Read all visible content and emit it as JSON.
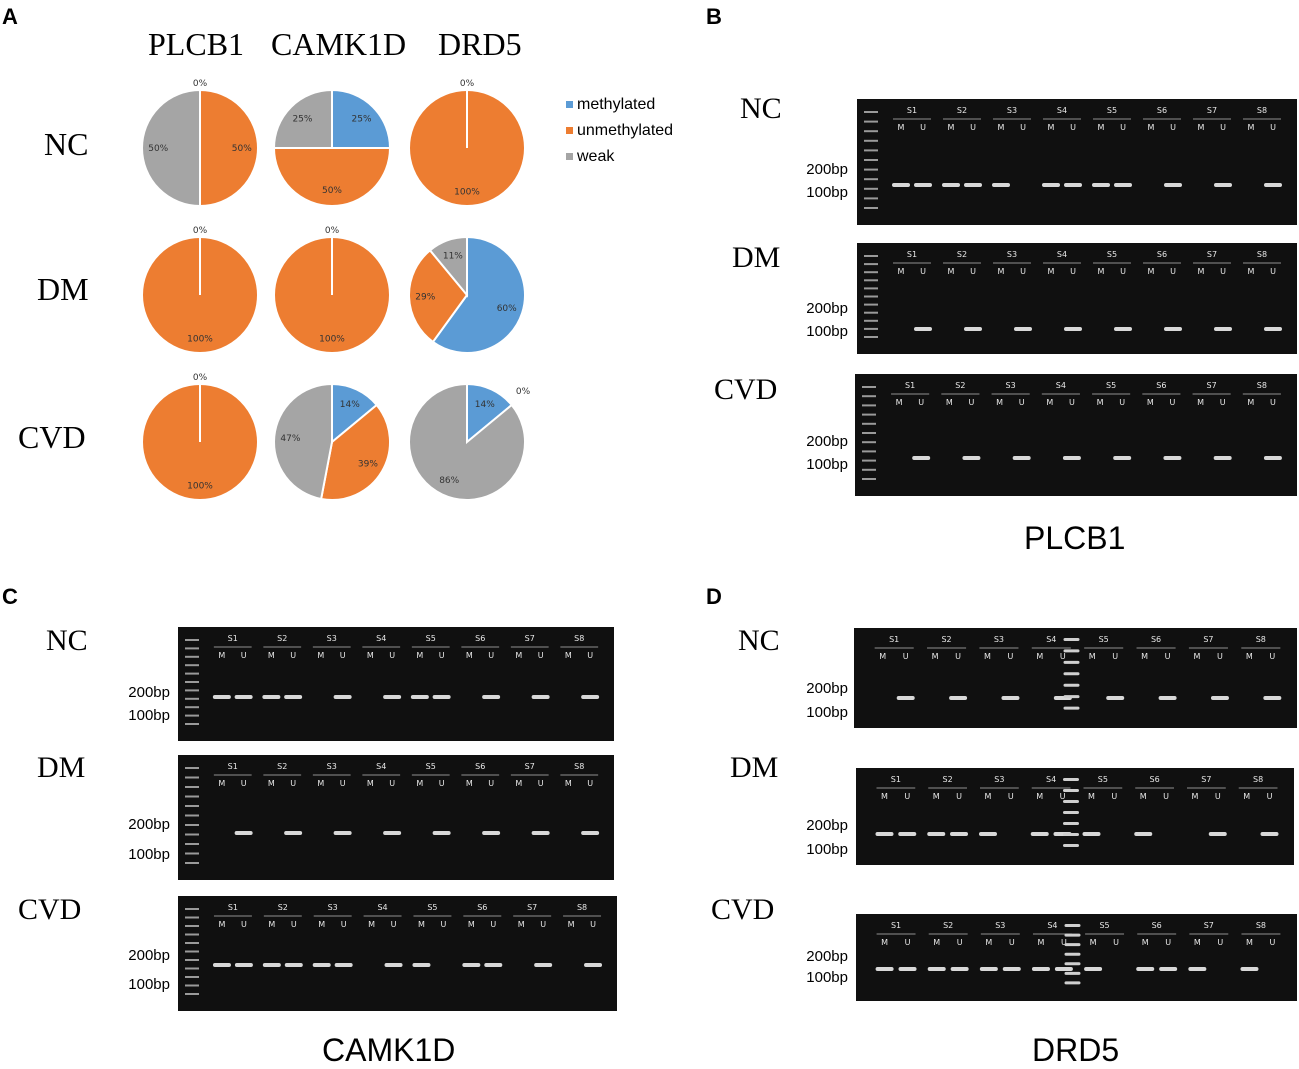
{
  "panels": {
    "a": "A",
    "b": "B",
    "c": "C",
    "d": "D"
  },
  "panel_a": {
    "genes": [
      "PLCB1",
      "CAMK1D",
      "DRD5"
    ],
    "groups": [
      "NC",
      "DM",
      "CVD"
    ],
    "legend": [
      {
        "label": "methylated",
        "color": "#5b9bd5"
      },
      {
        "label": "unmethylated",
        "color": "#ed7d31"
      },
      {
        "label": "weak",
        "color": "#a5a5a5"
      }
    ]
  },
  "chart_data": {
    "type": "pie",
    "colors": {
      "methylated": "#5b9bd5",
      "unmethylated": "#ed7d31",
      "weak": "#a5a5a5"
    },
    "pies": [
      {
        "group": "NC",
        "gene": "PLCB1",
        "slices": [
          {
            "cat": "methylated",
            "value": 0,
            "label": "0%"
          },
          {
            "cat": "unmethylated",
            "value": 50,
            "label": "50%"
          },
          {
            "cat": "weak",
            "value": 50,
            "label": "50%"
          }
        ]
      },
      {
        "group": "NC",
        "gene": "CAMK1D",
        "slices": [
          {
            "cat": "methylated",
            "value": 25,
            "label": "25%"
          },
          {
            "cat": "unmethylated",
            "value": 50,
            "label": "50%"
          },
          {
            "cat": "weak",
            "value": 25,
            "label": "25%"
          }
        ]
      },
      {
        "group": "NC",
        "gene": "DRD5",
        "slices": [
          {
            "cat": "methylated",
            "value": 0,
            "label": "0%"
          },
          {
            "cat": "unmethylated",
            "value": 100,
            "label": "100%"
          }
        ]
      },
      {
        "group": "DM",
        "gene": "PLCB1",
        "slices": [
          {
            "cat": "methylated",
            "value": 0,
            "label": "0%"
          },
          {
            "cat": "unmethylated",
            "value": 100,
            "label": "100%"
          }
        ]
      },
      {
        "group": "DM",
        "gene": "CAMK1D",
        "slices": [
          {
            "cat": "methylated",
            "value": 0,
            "label": "0%"
          },
          {
            "cat": "unmethylated",
            "value": 100,
            "label": "100%"
          }
        ]
      },
      {
        "group": "DM",
        "gene": "DRD5",
        "slices": [
          {
            "cat": "methylated",
            "value": 60,
            "label": "60%"
          },
          {
            "cat": "unmethylated",
            "value": 29,
            "label": "29%"
          },
          {
            "cat": "weak",
            "value": 11,
            "label": "11%"
          }
        ]
      },
      {
        "group": "CVD",
        "gene": "PLCB1",
        "slices": [
          {
            "cat": "methylated",
            "value": 0,
            "label": "0%"
          },
          {
            "cat": "unmethylated",
            "value": 100,
            "label": "100%"
          }
        ]
      },
      {
        "group": "CVD",
        "gene": "CAMK1D",
        "slices": [
          {
            "cat": "methylated",
            "value": 14,
            "label": "14%"
          },
          {
            "cat": "unmethylated",
            "value": 39,
            "label": "39%"
          },
          {
            "cat": "weak",
            "value": 47,
            "label": "47%"
          }
        ]
      },
      {
        "group": "CVD",
        "gene": "DRD5",
        "slices": [
          {
            "cat": "methylated",
            "value": 14,
            "label": "14%"
          },
          {
            "cat": "unmethylated",
            "value": 0,
            "label": "0%"
          },
          {
            "cat": "weak",
            "value": 86,
            "label": "86%"
          }
        ]
      }
    ]
  },
  "gels": {
    "samples": [
      "S1",
      "S2",
      "S3",
      "S4",
      "S5",
      "S6",
      "S7",
      "S8"
    ],
    "lane_labels": [
      "M",
      "U"
    ],
    "bp_200": "200bp",
    "bp_100": "100bp",
    "plcb1": {
      "title": "PLCB1",
      "rows": [
        "NC",
        "DM",
        "CVD"
      ]
    },
    "camk1d": {
      "title": "CAMK1D",
      "rows": [
        "NC",
        "DM",
        "CVD"
      ]
    },
    "drd5": {
      "title": "DRD5",
      "rows": [
        "NC",
        "DM",
        "CVD"
      ]
    },
    "bands": {
      "plcb1_nc": "1111101111010101",
      "plcb1_dm": "0101010101010101",
      "plcb1_cvd": "0101010101010101",
      "camk1d_nc": "1111010111010101",
      "camk1d_dm": "0101010101010101",
      "camk1d_cvd": "1111110110110101",
      "drd5_nc": "0101010101010101",
      "drd5_dm": "1111101110100101",
      "drd5_cvd": "1111111110111010"
    }
  }
}
